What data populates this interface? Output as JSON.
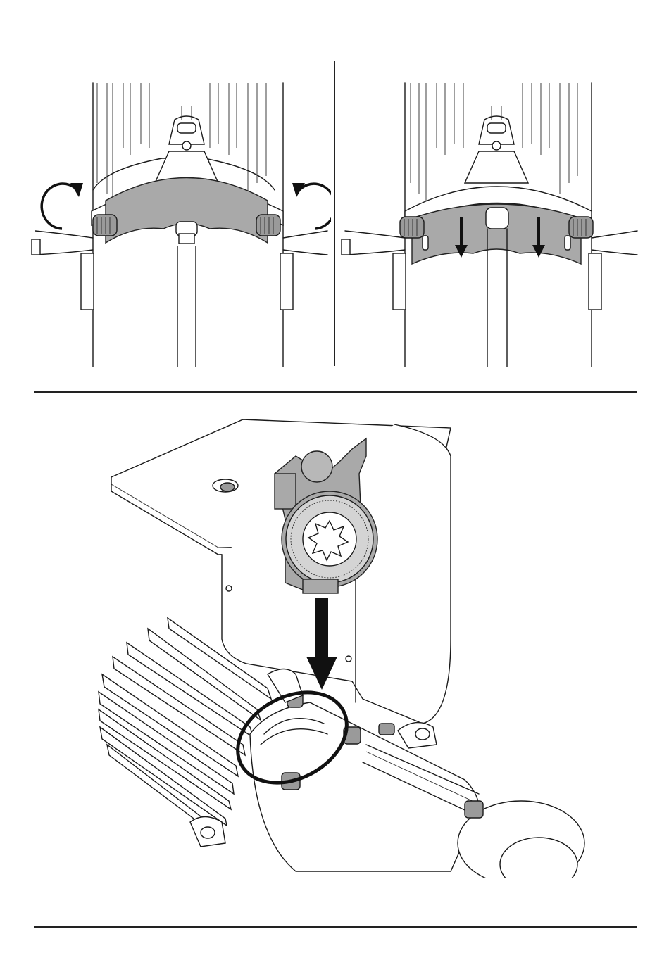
{
  "figures": [
    {
      "id": "fig-1",
      "icons": [
        "rotate-counterclockwise-arrow-icon",
        "rotate-clockwise-arrow-icon"
      ]
    },
    {
      "id": "fig-2",
      "icons": [
        "arrow-down-icon",
        "arrow-down-icon"
      ]
    },
    {
      "id": "fig-3",
      "icons": [
        "arrow-down-icon",
        "highlight-ellipse"
      ]
    }
  ],
  "colors": {
    "ink": "#1a1a1a",
    "plate_gray": "#a9a9a9",
    "knob_gray": "#9a9a9a",
    "background": "#ffffff"
  }
}
